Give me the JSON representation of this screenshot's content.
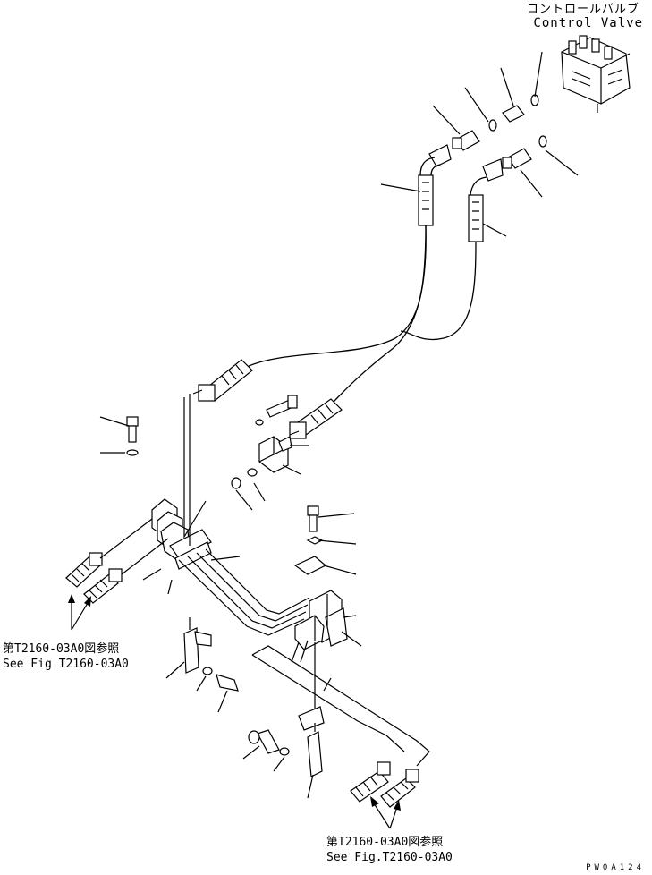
{
  "labels": {
    "control_valve_jp": "コントロールバルブ",
    "control_valve_en": "Control Valve",
    "ref_left_jp": "第T2160-03A0図参照",
    "ref_left_en": "See Fig T2160-03A0",
    "ref_bottom_jp": "第T2160-03A0図参照",
    "ref_bottom_en": "See Fig.T2160-03A0",
    "drawing_code": "PW0A124"
  }
}
